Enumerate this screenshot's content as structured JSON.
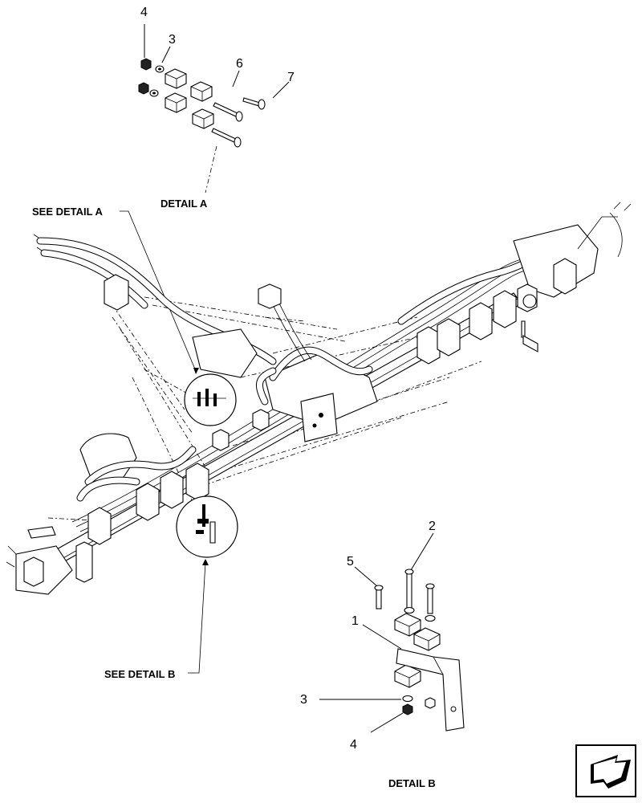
{
  "labels": {
    "detail_a": "DETAIL A",
    "detail_b": "DETAIL B",
    "see_detail_a": "SEE DETAIL  A",
    "see_detail_b": "SEE DETAIL  B"
  },
  "callouts_a": [
    "4",
    "3",
    "6",
    "7"
  ],
  "callouts_b": [
    "2",
    "5",
    "1",
    "3",
    "4"
  ],
  "nav_icon": "next-page-arrow-icon"
}
